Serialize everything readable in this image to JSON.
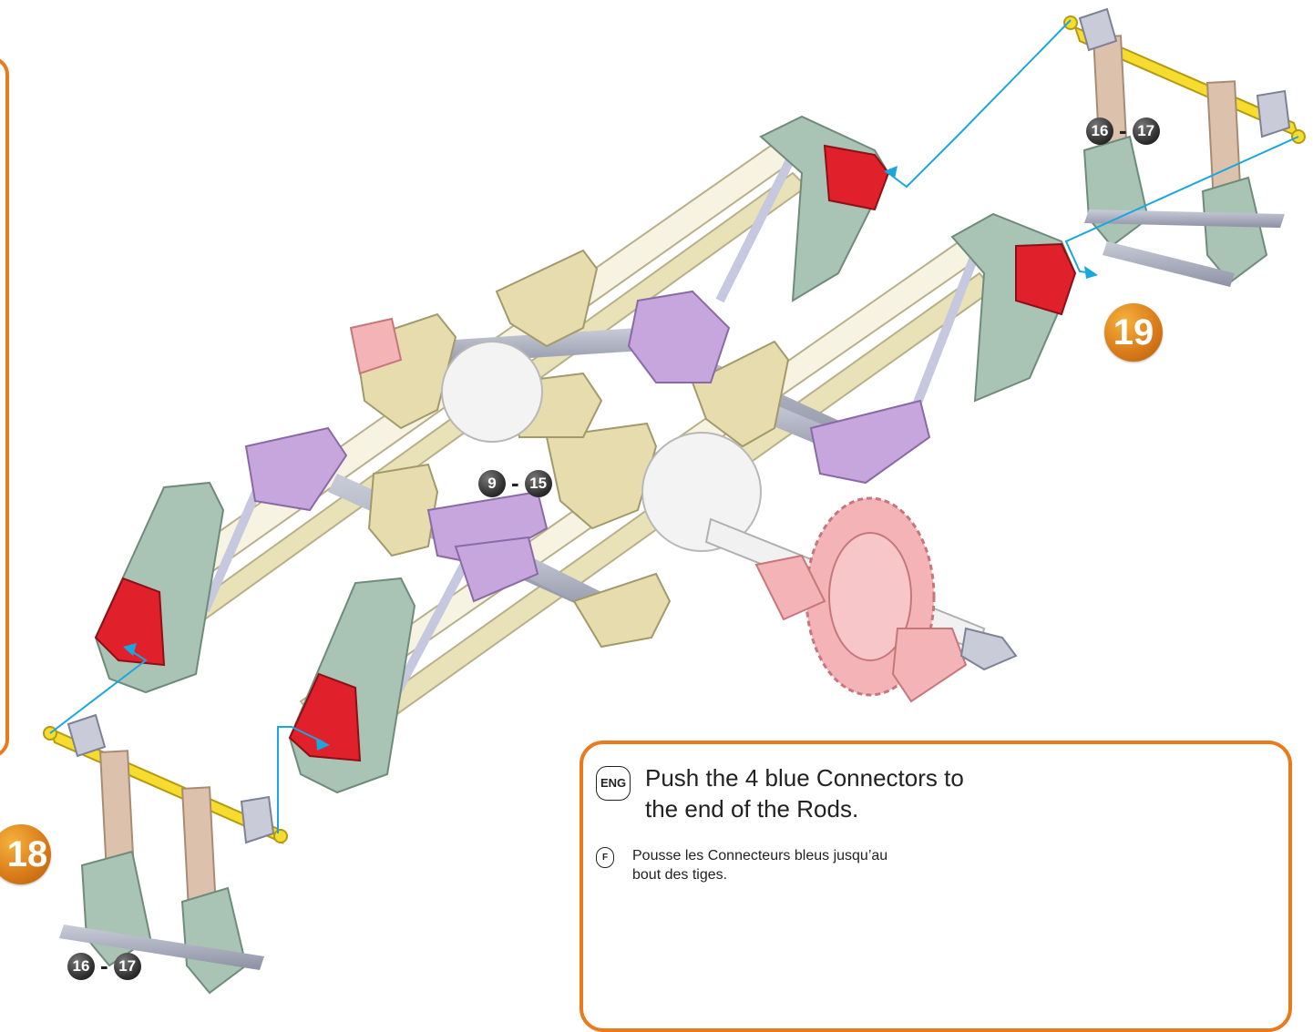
{
  "steps": {
    "step18": "18",
    "step19": "19"
  },
  "ranges": {
    "main": {
      "from": "9",
      "sep": "-",
      "to": "15"
    },
    "top_right": {
      "from": "16",
      "sep": "-",
      "to": "17"
    },
    "bottom_left": {
      "from": "16",
      "sep": "-",
      "to": "17"
    }
  },
  "note": {
    "eng_tag": "ENG",
    "eng_text": "Push the 4 blue Connectors to the end of the Rods.",
    "fr_tag": "F",
    "fr_text": "Pousse les Connecteurs bleus jusqu’au bout des tiges."
  },
  "colors": {
    "accent_orange": "#ea7a1e",
    "guide_line": "#1aa6df",
    "part_red": "#e0202a",
    "part_green": "#a9c3b4",
    "part_purple": "#c6a6dc",
    "part_tan": "#e6dcae",
    "part_pink": "#f4b3b6",
    "rod_yellow": "#f6dc2e"
  }
}
